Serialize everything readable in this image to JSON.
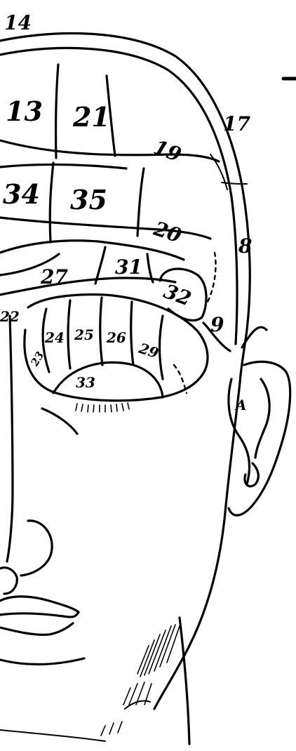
{
  "regions": [
    {
      "id": "region-14",
      "label": "14"
    },
    {
      "id": "region-13",
      "label": "13"
    },
    {
      "id": "region-21",
      "label": "21"
    },
    {
      "id": "region-19",
      "label": "19"
    },
    {
      "id": "region-17",
      "label": "17"
    },
    {
      "id": "region-34",
      "label": "34"
    },
    {
      "id": "region-35",
      "label": "35"
    },
    {
      "id": "region-20",
      "label": "20"
    },
    {
      "id": "region-8",
      "label": "8"
    },
    {
      "id": "region-27",
      "label": "27"
    },
    {
      "id": "region-31",
      "label": "31"
    },
    {
      "id": "region-32",
      "label": "32"
    },
    {
      "id": "region-9",
      "label": "9"
    },
    {
      "id": "region-22",
      "label": "22"
    },
    {
      "id": "region-23",
      "label": "23"
    },
    {
      "id": "region-24",
      "label": "24"
    },
    {
      "id": "region-25",
      "label": "25"
    },
    {
      "id": "region-26",
      "label": "26"
    },
    {
      "id": "region-29",
      "label": "29"
    },
    {
      "id": "region-33",
      "label": "33"
    },
    {
      "id": "region-ear-a",
      "label": "A"
    }
  ],
  "colors": {
    "ink": "#000000",
    "paper": "#ffffff"
  }
}
